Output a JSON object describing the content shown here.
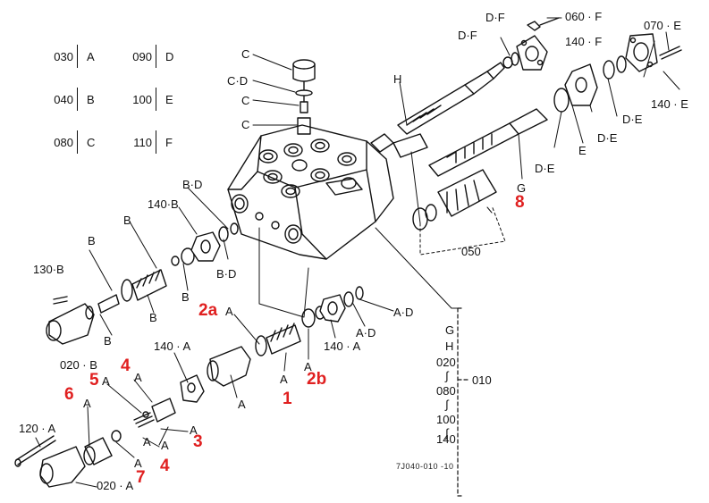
{
  "legend": [
    {
      "code": "030",
      "letter": "A"
    },
    {
      "code": "040",
      "letter": "B"
    },
    {
      "code": "080",
      "letter": "C"
    },
    {
      "code": "090",
      "letter": "D"
    },
    {
      "code": "100",
      "letter": "E"
    },
    {
      "code": "110",
      "letter": "F"
    }
  ],
  "labels": {
    "c1": "C",
    "cd": "C·D",
    "c2": "C",
    "c3": "C",
    "h": "H",
    "df1": "D·F",
    "df2": "D·F",
    "f060": "060 · F",
    "f140": "140 · F",
    "e070": "070 · E",
    "e140": "140 · E",
    "de1": "D·E",
    "de2": "D·E",
    "de3": "D·E",
    "e_body": "E",
    "g": "G",
    "g050": "050",
    "bd1": "B·D",
    "b140": "140·B",
    "bd2": "B·D",
    "b1": "B",
    "b2": "B",
    "b3": "B",
    "b4": "B",
    "b5": "B",
    "b130": "130·B",
    "b020": "020 · B",
    "a_2a": "A",
    "a_spring": "A",
    "a_2b": "A",
    "a140r": "140 · A",
    "ad1": "A·D",
    "ad2": "A·D",
    "a140l": "140 · A",
    "a_body": "A",
    "a_5": "A",
    "a_4a": "A",
    "a_4b": "A",
    "a_3": "A",
    "a_4c": "A",
    "a_6": "A",
    "a_7": "A",
    "a120": "120 · A",
    "a020": "020 · A",
    "kit_g": "G",
    "kit_h": "H",
    "kit_020": "020",
    "kit_080": "080",
    "kit_100": "100",
    "kit_140": "140",
    "kit_010": "010",
    "footer": "7J040-010 -10"
  },
  "callouts": {
    "n1": "1",
    "n2a": "2a",
    "n2b": "2b",
    "n3": "3",
    "n4a": "4",
    "n4b": "4",
    "n5": "5",
    "n6": "6",
    "n7": "7",
    "n8": "8"
  },
  "colors": {
    "callout": "#e02020",
    "ink": "#111111"
  }
}
